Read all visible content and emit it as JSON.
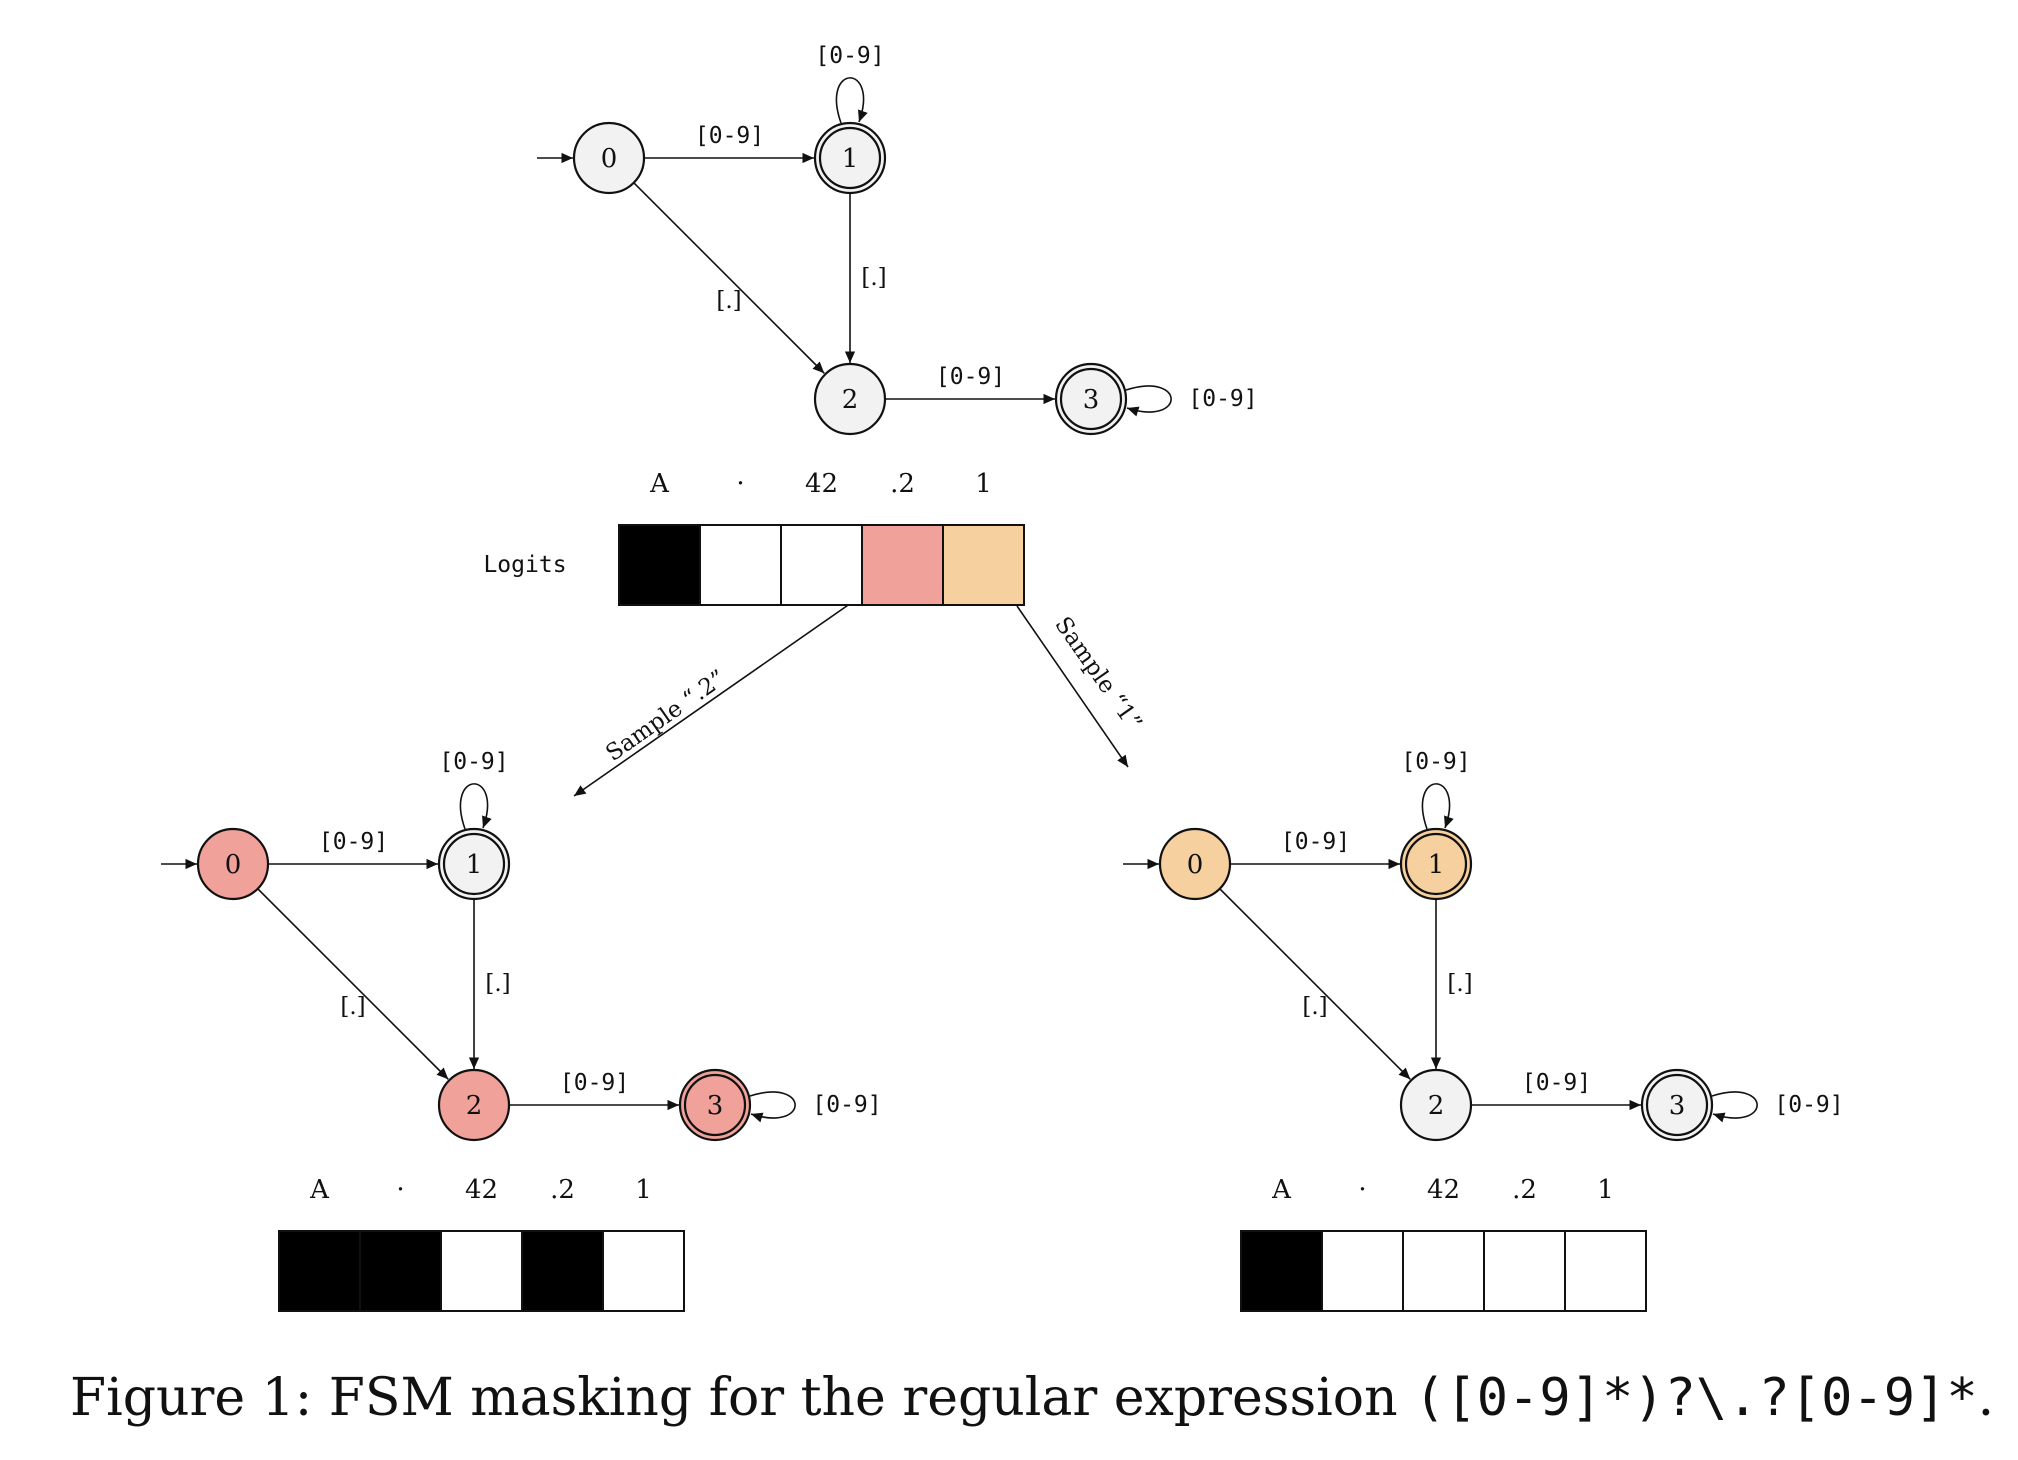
{
  "fsm": {
    "states": [
      {
        "id": "0",
        "label": "0"
      },
      {
        "id": "1",
        "label": "1"
      },
      {
        "id": "2",
        "label": "2"
      },
      {
        "id": "3",
        "label": "3"
      }
    ],
    "accept_states": [
      "1",
      "3"
    ],
    "edges": [
      {
        "from": "0",
        "to": "1",
        "label": "[0-9]",
        "font": "mono"
      },
      {
        "from": "1",
        "to": "1",
        "label": "[0-9]",
        "font": "mono"
      },
      {
        "from": "0",
        "to": "2",
        "label": "[.]",
        "font": "serif"
      },
      {
        "from": "1",
        "to": "2",
        "label": "[.]",
        "font": "serif"
      },
      {
        "from": "2",
        "to": "3",
        "label": "[0-9]",
        "font": "mono"
      },
      {
        "from": "3",
        "to": "3",
        "label": "[0-9]",
        "font": "mono"
      }
    ]
  },
  "tokens": [
    "A",
    "·",
    "42",
    ".2",
    "1"
  ],
  "colors": {
    "state_default": "#f2f2f2",
    "highlight_red": "#f0a19a",
    "highlight_orange": "#f6d09e",
    "mask_black": "#000000",
    "mask_white": "#ffffff"
  },
  "top": {
    "logits_label": "Logits",
    "cells": [
      "black",
      "white",
      "white",
      "red",
      "orange"
    ],
    "highlight": []
  },
  "branches": [
    {
      "sample_label": "Sample “.2”",
      "highlight": [
        "0",
        "2",
        "3"
      ],
      "highlight_color": "red",
      "cells": [
        "black",
        "black",
        "white",
        "black",
        "white"
      ]
    },
    {
      "sample_label": "Sample “1”",
      "highlight": [
        "0",
        "1"
      ],
      "highlight_color": "orange",
      "cells": [
        "black",
        "white",
        "white",
        "white",
        "white"
      ]
    }
  ],
  "caption": {
    "prefix": "Figure 1: FSM masking for the regular expression ",
    "regex": "([0-9]*)?\\.?[0-9]*",
    "suffix": "."
  }
}
